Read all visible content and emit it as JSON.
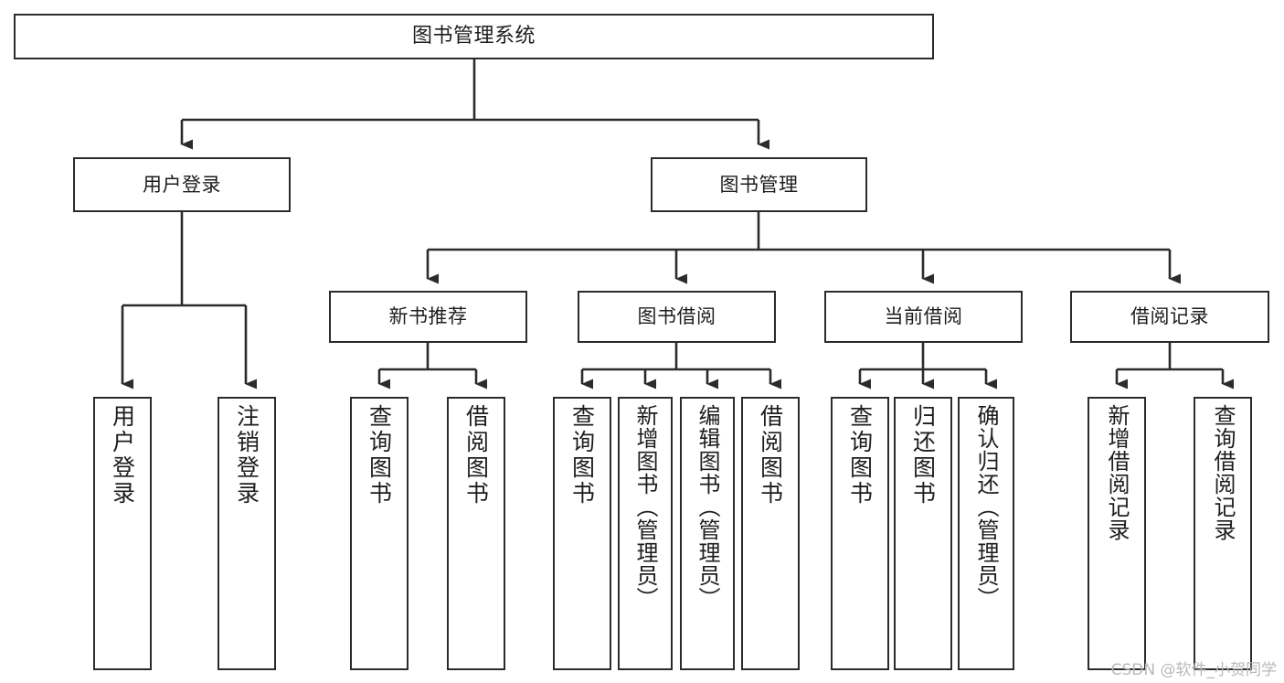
{
  "diagram": {
    "type": "tree",
    "title": "图书管理系统",
    "watermark": "CSDN @软件_小贺同学",
    "root": {
      "label": "图书管理系统"
    },
    "level2": [
      {
        "id": "user-login",
        "label": "用户登录"
      },
      {
        "id": "book-manage",
        "label": "图书管理"
      }
    ],
    "level3": [
      {
        "id": "new-book-recommend",
        "label": "新书推荐"
      },
      {
        "id": "book-borrow",
        "label": "图书借阅"
      },
      {
        "id": "current-borrow",
        "label": "当前借阅"
      },
      {
        "id": "borrow-record",
        "label": "借阅记录"
      }
    ],
    "leaves": [
      {
        "id": "leaf-user-login",
        "label": "用户登录",
        "parent": "用户登录"
      },
      {
        "id": "leaf-logout-login",
        "label": "注销登录",
        "parent": "用户登录"
      },
      {
        "id": "leaf-query-book-1",
        "label": "查询图书",
        "parent": "新书推荐"
      },
      {
        "id": "leaf-borrow-book-1",
        "label": "借阅图书",
        "parent": "新书推荐"
      },
      {
        "id": "leaf-query-book-2",
        "label": "查询图书",
        "parent": "图书借阅"
      },
      {
        "id": "leaf-add-book",
        "label": "新增图书（管理员）",
        "parent": "图书借阅"
      },
      {
        "id": "leaf-edit-book",
        "label": "编辑图书（管理员）",
        "parent": "图书借阅"
      },
      {
        "id": "leaf-borrow-book-2",
        "label": "借阅图书",
        "parent": "图书借阅"
      },
      {
        "id": "leaf-query-book-3",
        "label": "查询图书",
        "parent": "当前借阅"
      },
      {
        "id": "leaf-return-book",
        "label": "归还图书",
        "parent": "当前借阅"
      },
      {
        "id": "leaf-confirm-return",
        "label": "确认归还（管理员）",
        "parent": "当前借阅"
      },
      {
        "id": "leaf-add-record",
        "label": "新增借阅记录",
        "parent": "借阅记录"
      },
      {
        "id": "leaf-query-record",
        "label": "查询借阅记录",
        "parent": "借阅记录"
      }
    ],
    "colors": {
      "stroke": "#2b2b2b",
      "fill": "#ffffff",
      "text": "#1d1d1d",
      "watermark": "#b9b9b9"
    }
  }
}
